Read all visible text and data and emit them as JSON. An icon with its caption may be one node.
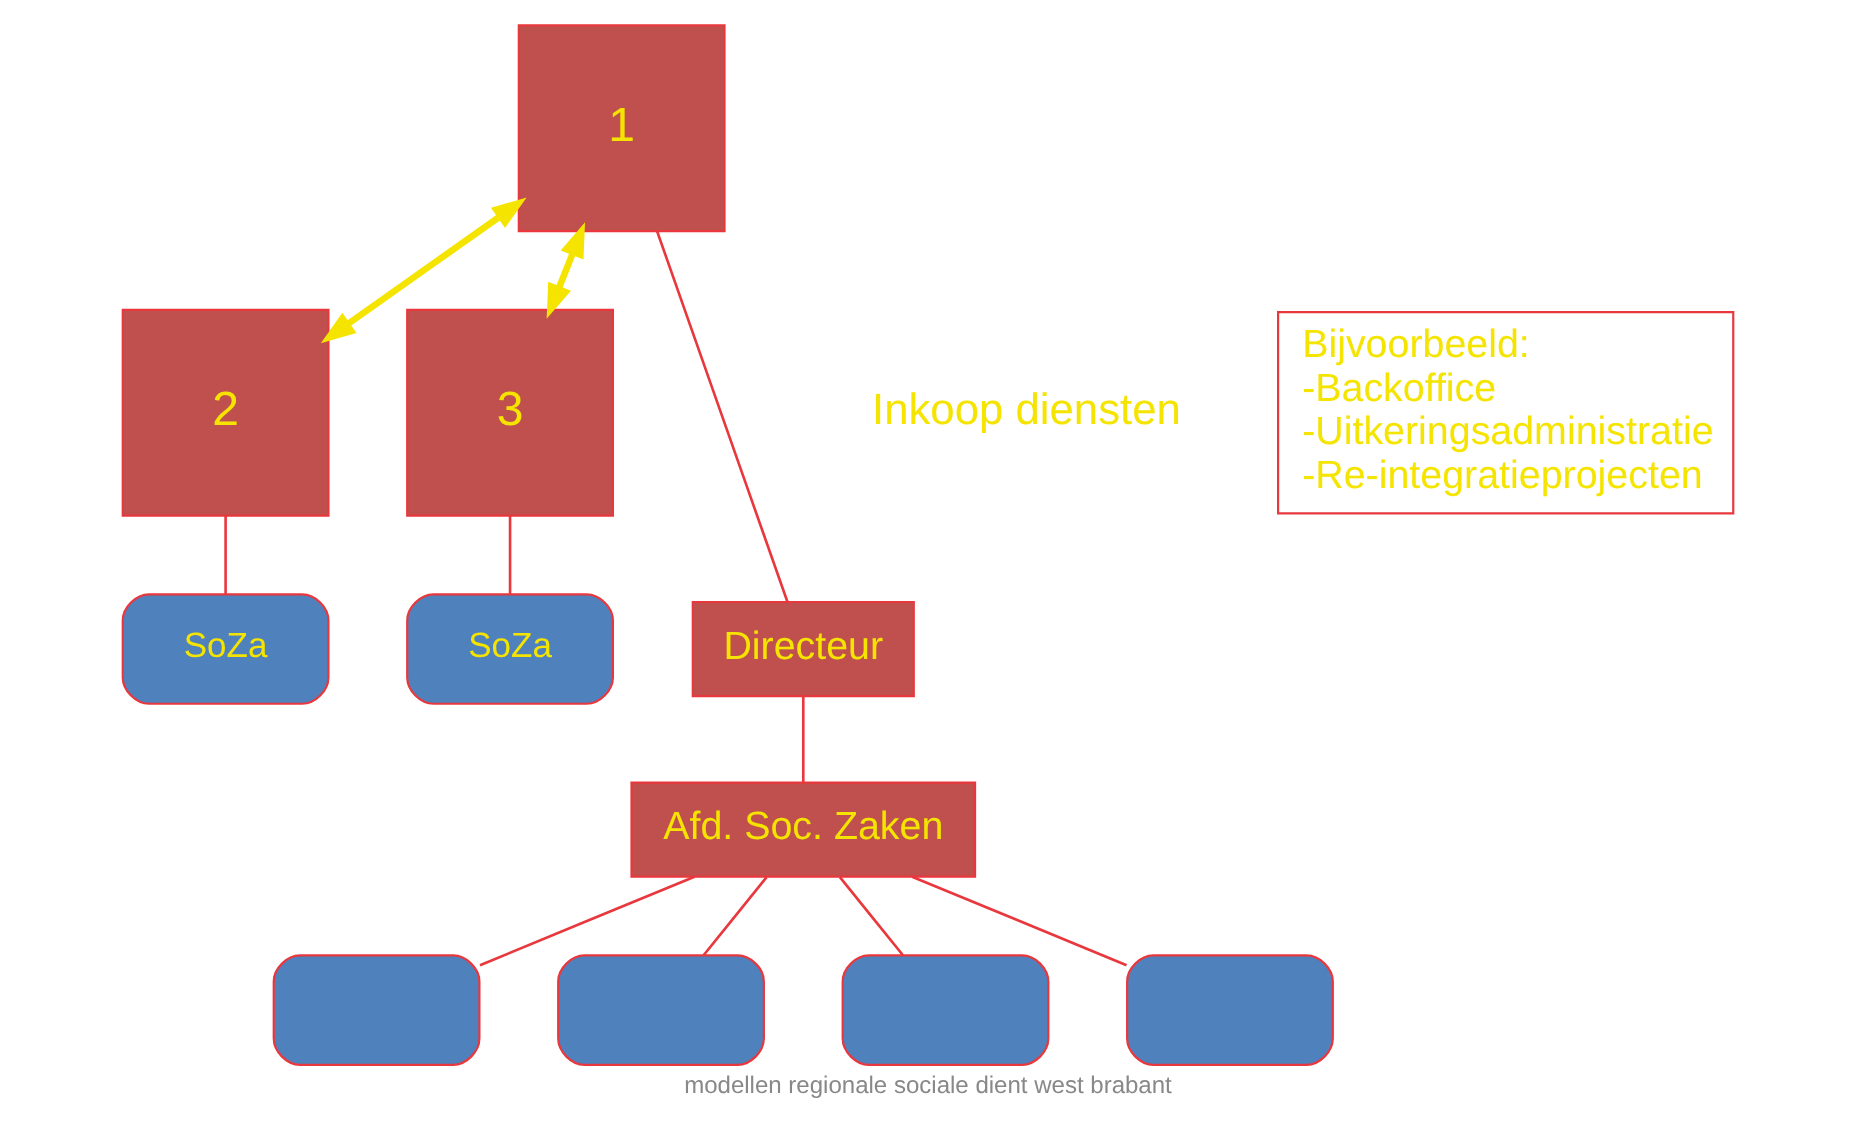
{
  "diagram": {
    "caption": "modellen regionale sociale dient west brabant",
    "nodes": [
      {
        "text": [
          "1"
        ]
      },
      {
        "text": [
          "2"
        ]
      },
      {
        "text": [
          "3"
        ]
      },
      {
        "text": [
          "Bijvoorbeeld:",
          "-Backoffice",
          "-Uitkeringsadministratie",
          "-Re-integratieprojecten"
        ]
      },
      {
        "text": [
          "SoZa"
        ]
      },
      {
        "text": [
          "SoZa"
        ]
      },
      {
        "text": [
          "Directeur"
        ]
      },
      {
        "text": [
          "Afd. Soc. Zaken"
        ]
      },
      {
        "text": [],
        "shape": "box"
      },
      {
        "text": [],
        "shape": "box"
      },
      {
        "text": [],
        "shape": "box"
      },
      {
        "text": [],
        "shape": "box"
      }
    ],
    "edges": [
      {
        "from": 0,
        "to": 1,
        "arrow": "both",
        "style": "thick",
        "color": "#f5e400"
      },
      {
        "from": 0,
        "to": 2,
        "arrow": "both",
        "style": "thick",
        "color": "#f5e400"
      },
      {
        "from": 0,
        "to": 6,
        "arrow": "none"
      },
      {
        "from": 1,
        "to": 4,
        "arrow": "none"
      },
      {
        "from": 2,
        "to": 5,
        "arrow": "none"
      },
      {
        "from": 6,
        "to": 7,
        "arrow": "none"
      },
      {
        "from": 7,
        "to": 8,
        "arrow": "none"
      },
      {
        "from": 7,
        "to": 9,
        "arrow": "none"
      },
      {
        "from": 7,
        "to": 10,
        "arrow": "none"
      },
      {
        "from": 7,
        "to": 11,
        "arrow": "none"
      }
    ],
    "labels": [
      "Inkoop diensten"
    ]
  }
}
